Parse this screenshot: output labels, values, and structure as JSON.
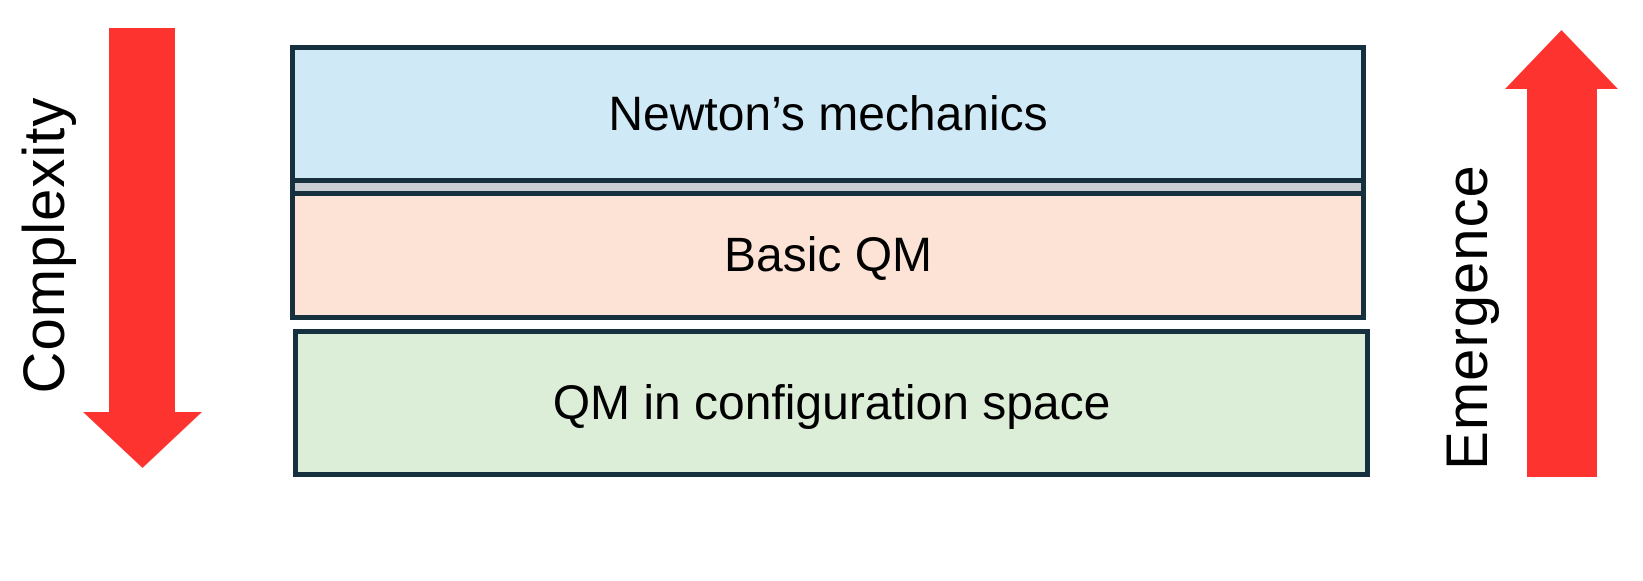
{
  "diagram": {
    "left_axis": {
      "label": "Complexity",
      "direction": "down"
    },
    "right_axis": {
      "label": "Emergence",
      "direction": "up"
    },
    "layers": [
      {
        "label": "Newton’s mechanics",
        "fill": "#cfe9f6"
      },
      {
        "label": "Basic QM",
        "fill": "#fce3d6"
      },
      {
        "label": "QM in configuration space",
        "fill": "#dcedd8"
      }
    ],
    "colors": {
      "arrow": "#fc332e",
      "border": "#16303e",
      "separator": "#c9ced3",
      "background": "#ffffff",
      "text": "#000000"
    }
  }
}
